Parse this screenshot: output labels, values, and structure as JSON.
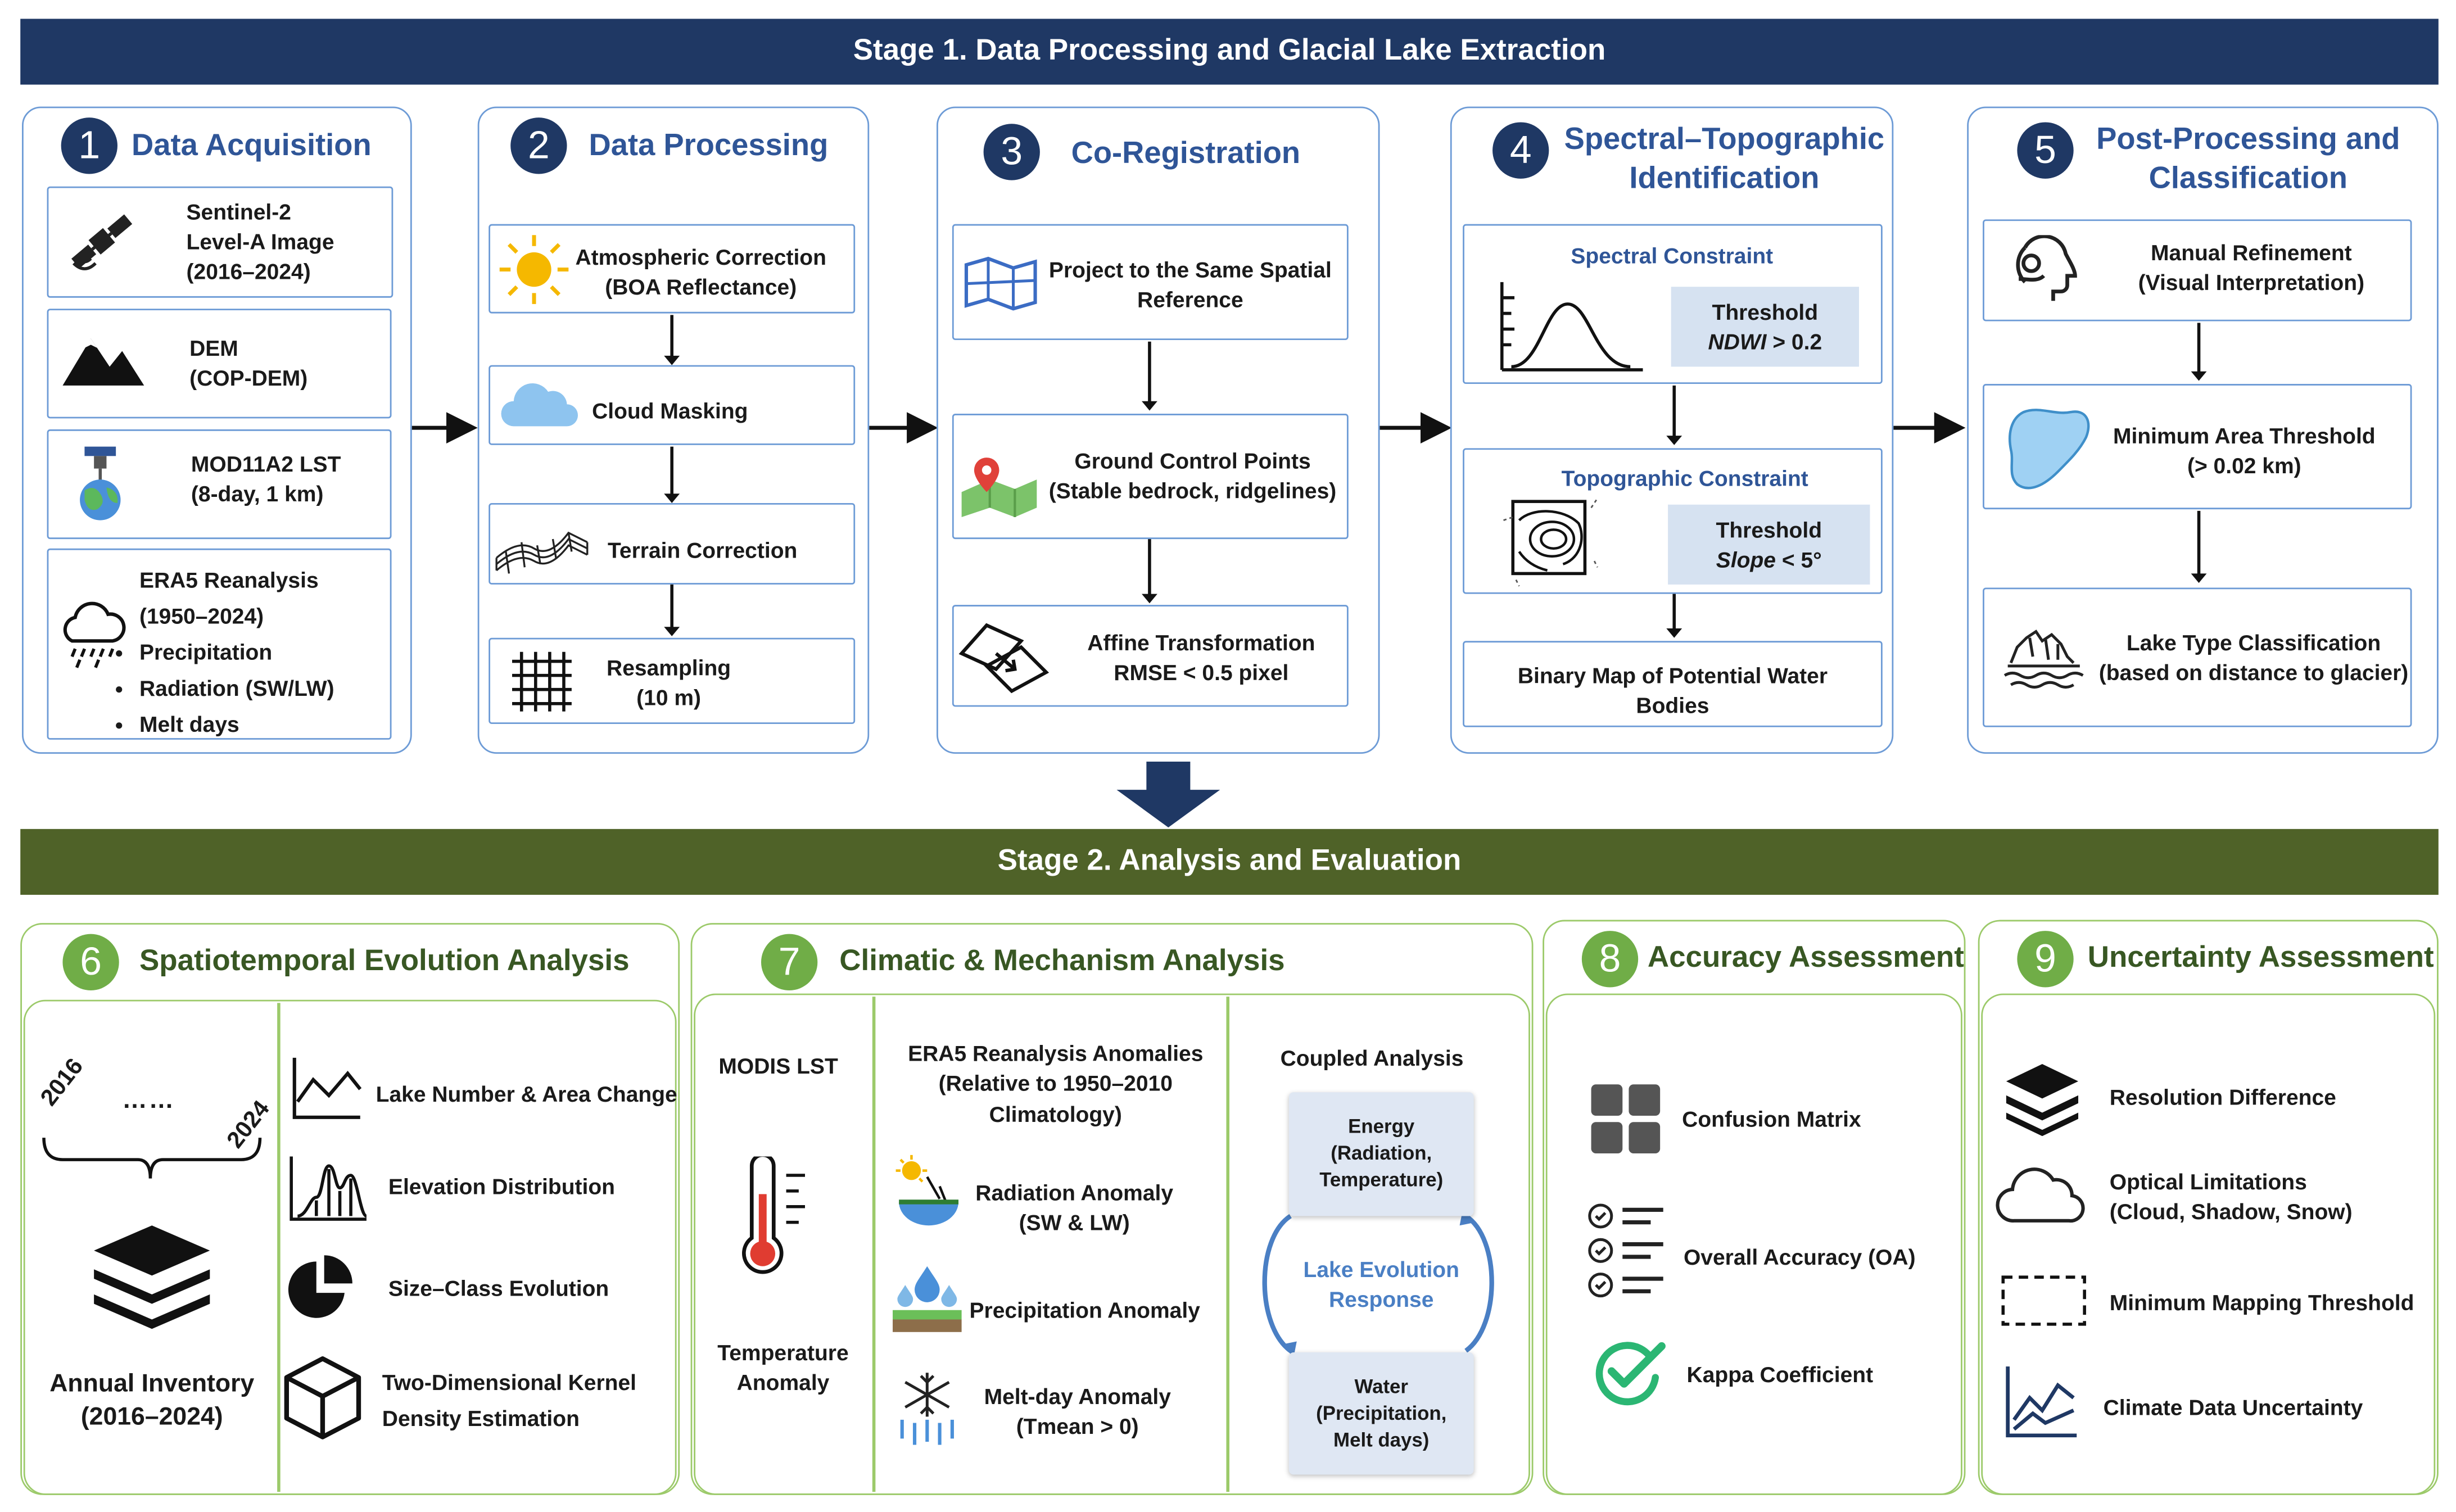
{
  "stage1": {
    "banner": "Stage 1. Data Processing and Glacial Lake Extraction",
    "panels": [
      {
        "num": "1",
        "title": "Data Acquisition",
        "items": [
          {
            "lines": [
              "Sentinel-2",
              "Level-A Image",
              "(2016–2024)"
            ]
          },
          {
            "lines": [
              "DEM",
              "(COP-DEM)"
            ]
          },
          {
            "lines": [
              "MOD11A2 LST",
              "(8-day, 1 km)"
            ]
          },
          {
            "lines": [
              "ERA5 Reanalysis",
              "(1950–2024)"
            ],
            "bullets": [
              "Precipitation",
              "Radiation (SW/LW)",
              "Melt days"
            ]
          }
        ]
      },
      {
        "num": "2",
        "title": "Data Processing",
        "steps": [
          {
            "lines": [
              "Atmospheric Correction",
              "(BOA Reflectance)"
            ]
          },
          {
            "lines": [
              "Cloud Masking"
            ]
          },
          {
            "lines": [
              "Terrain Correction"
            ]
          },
          {
            "lines": [
              "Resampling",
              "(10 m)"
            ]
          }
        ]
      },
      {
        "num": "3",
        "title": "Co-Registration",
        "steps": [
          {
            "lines": [
              "Project to the Same Spatial",
              "Reference"
            ]
          },
          {
            "lines": [
              "Ground Control Points",
              "(Stable bedrock, ridgelines)"
            ]
          },
          {
            "lines": [
              "Affine Transformation",
              "RMSE < 0.5 pixel"
            ]
          }
        ]
      },
      {
        "num": "4",
        "title_lines": [
          "Spectral–Topographic",
          "Identification"
        ],
        "spectral": {
          "label": "Spectral Constraint",
          "threshold": "Threshold",
          "rule_var": "NDWI",
          "rule_rest": " > 0.2"
        },
        "topographic": {
          "label": "Topographic Constraint",
          "threshold": "Threshold",
          "rule_var": "Slope",
          "rule_rest": " < 5°"
        },
        "output": [
          "Binary Map of Potential Water",
          "Bodies"
        ]
      },
      {
        "num": "5",
        "title_lines": [
          "Post-Processing and",
          "Classification"
        ],
        "steps": [
          {
            "lines": [
              "Manual Refinement",
              "(Visual Interpretation)"
            ]
          },
          {
            "lines": [
              "Minimum Area Threshold",
              "(> 0.02 km)"
            ]
          },
          {
            "lines": [
              "Lake Type Classification",
              "(based on distance to glacier)"
            ]
          }
        ]
      }
    ]
  },
  "stage2": {
    "banner": "Stage 2. Analysis and Evaluation",
    "panel6": {
      "num": "6",
      "title": "Spatiotemporal Evolution Analysis",
      "year_start": "2016",
      "dots": "……",
      "year_end": "2024",
      "inventory": [
        "Annual Inventory",
        "(2016–2024)"
      ],
      "items": [
        {
          "lines": [
            "Lake Number & Area Change"
          ]
        },
        {
          "lines": [
            "Elevation Distribution"
          ]
        },
        {
          "lines": [
            "Size–Class Evolution"
          ]
        },
        {
          "lines": [
            "Two-Dimensional Kernel",
            "Density Estimation"
          ]
        }
      ]
    },
    "panel7": {
      "num": "7",
      "title": "Climatic & Mechanism Analysis",
      "modis": {
        "title": "MODIS LST",
        "caption": [
          "Temperature",
          "Anomaly"
        ]
      },
      "era5": {
        "title": [
          "ERA5 Reanalysis Anomalies",
          "(Relative to 1950–2010",
          "Climatology)"
        ],
        "items": [
          {
            "lines": [
              "Radiation Anomaly",
              "(SW & LW)"
            ]
          },
          {
            "lines": [
              "Precipitation Anomaly"
            ]
          },
          {
            "lines": [
              "Melt-day Anomaly",
              "(Tmean > 0)"
            ]
          }
        ]
      },
      "coupled": {
        "title": "Coupled Analysis",
        "energy": [
          "Energy",
          "(Radiation,",
          "Temperature)"
        ],
        "response": [
          "Lake Evolution",
          "Response"
        ],
        "water": [
          "Water",
          "(Precipitation,",
          "Melt days)"
        ]
      }
    },
    "panel8": {
      "num": "8",
      "title": "Accuracy Assessment",
      "items": [
        {
          "lines": [
            "Confusion Matrix"
          ]
        },
        {
          "lines": [
            "Overall Accuracy (OA)"
          ]
        },
        {
          "lines": [
            "Kappa Coefficient"
          ]
        }
      ]
    },
    "panel9": {
      "num": "9",
      "title": "Uncertainty Assessment",
      "items": [
        {
          "lines": [
            "Resolution Difference"
          ]
        },
        {
          "lines": [
            "Optical Limitations",
            "(Cloud, Shadow, Snow)"
          ]
        },
        {
          "lines": [
            "Minimum Mapping Threshold"
          ]
        },
        {
          "lines": [
            "Climate Data Uncertainty"
          ]
        }
      ]
    }
  },
  "colors": {
    "stage1_banner": "#1f3864",
    "stage2_banner": "#4f6228",
    "panel1_border": "#6d9bd6",
    "panel2_border": "#9cca6a",
    "accent_blue": "#2f5597",
    "accent_green": "#70ad47"
  },
  "icons": [
    "satellite-icon",
    "mountain-icon",
    "globe-antenna-icon",
    "rain-cloud-icon",
    "sun-icon",
    "cloud-icon",
    "terrain-mesh-icon",
    "grid-icon",
    "map-icon",
    "gcp-map-pin-icon",
    "affine-transform-icon",
    "bell-curve-icon",
    "contour-map-icon",
    "head-profile-icon",
    "lake-shape-icon",
    "glacier-lake-icon",
    "layers-icon",
    "line-chart-icon",
    "peaks-chart-icon",
    "pie-chart-icon",
    "cube-icon",
    "thermometer-icon",
    "radiation-icon",
    "precipitation-icon",
    "snowflake-icon",
    "tiles-icon",
    "checklist-icon",
    "check-circle-icon",
    "cloud-outline-icon",
    "dashed-rectangle-icon",
    "trend-chart-icon"
  ]
}
